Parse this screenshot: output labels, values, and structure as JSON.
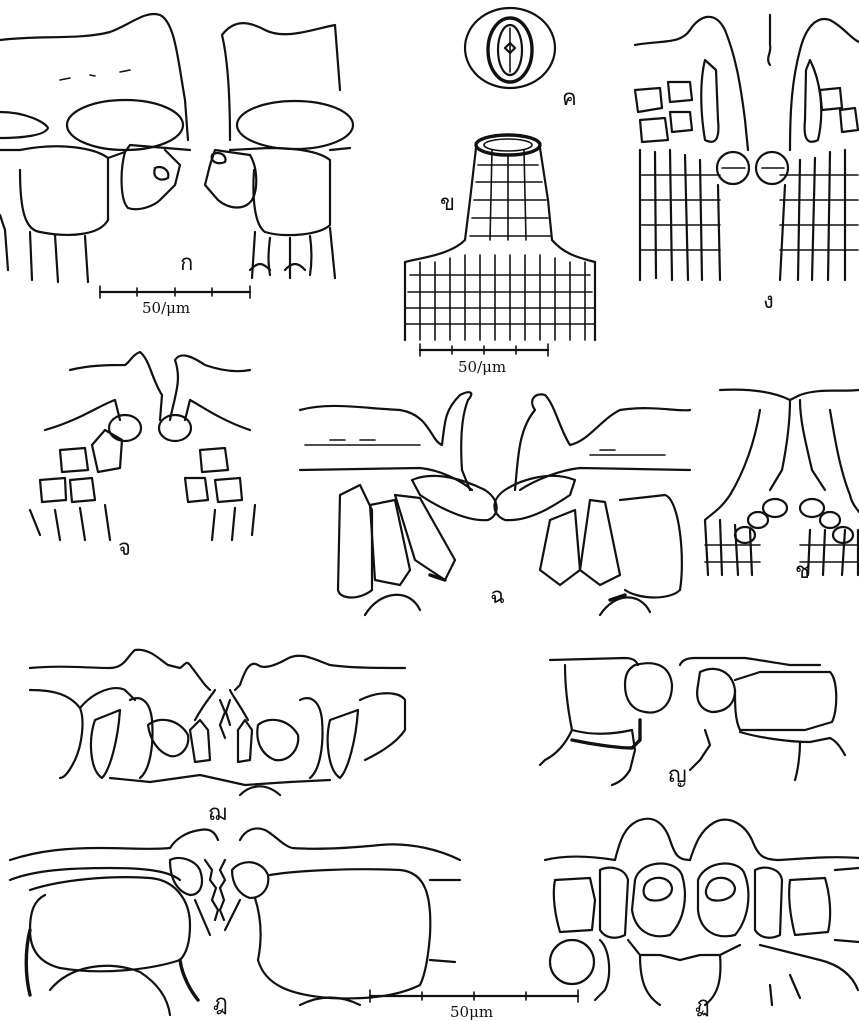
{
  "panels": [
    {
      "key": "a",
      "label": "ก"
    },
    {
      "key": "b",
      "label": "ข"
    },
    {
      "key": "c",
      "label": "ค"
    },
    {
      "key": "d",
      "label": "ง"
    },
    {
      "key": "e",
      "label": "จ"
    },
    {
      "key": "f",
      "label": "ฉ"
    },
    {
      "key": "g",
      "label": "ช"
    },
    {
      "key": "h",
      "label": "ฌ"
    },
    {
      "key": "i",
      "label": "ญ"
    },
    {
      "key": "j",
      "label": "ฎ"
    },
    {
      "key": "k",
      "label": "ฏ"
    }
  ],
  "scale_bars": [
    {
      "key": "top_left",
      "text": "50/μm"
    },
    {
      "key": "top_middle",
      "text": "50/μm"
    },
    {
      "key": "bottom",
      "text": "50μm"
    }
  ]
}
